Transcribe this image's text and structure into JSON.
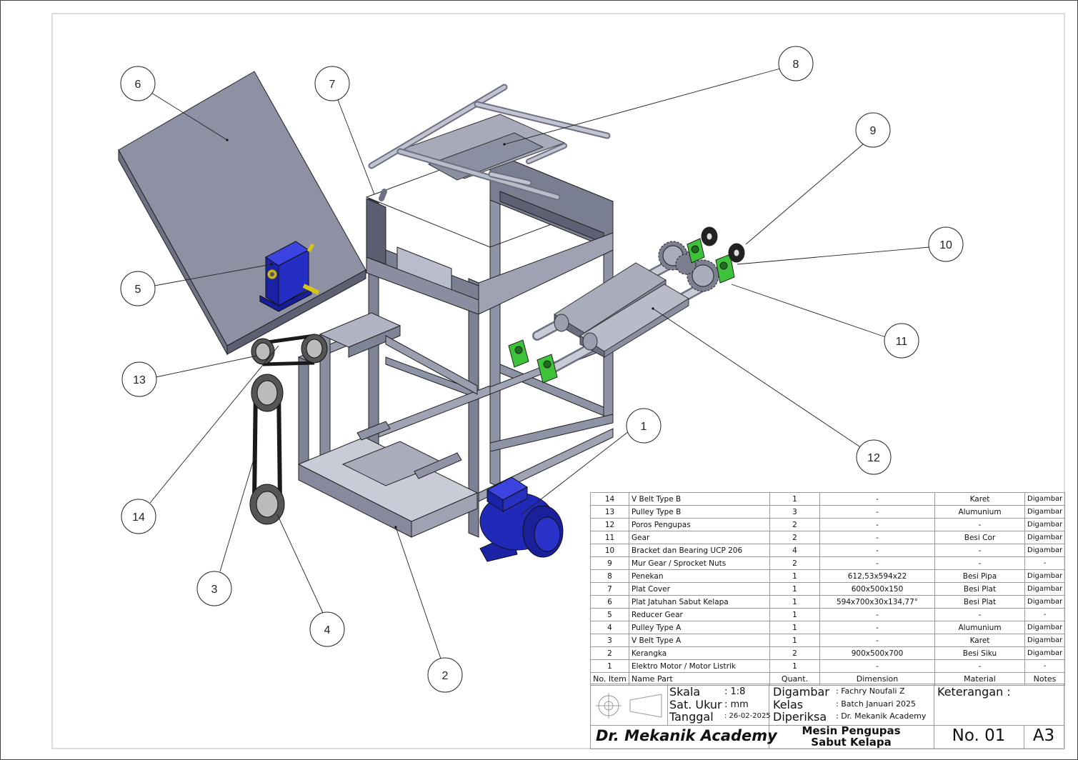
{
  "balloons": [
    {
      "id": "balloon-6",
      "label": "6"
    },
    {
      "id": "balloon-7",
      "label": "7"
    },
    {
      "id": "balloon-8",
      "label": "8"
    },
    {
      "id": "balloon-9",
      "label": "9"
    },
    {
      "id": "balloon-10",
      "label": "10"
    },
    {
      "id": "balloon-5",
      "label": "5"
    },
    {
      "id": "balloon-11",
      "label": "11"
    },
    {
      "id": "balloon-13",
      "label": "13"
    },
    {
      "id": "balloon-1",
      "label": "1"
    },
    {
      "id": "balloon-12",
      "label": "12"
    },
    {
      "id": "balloon-14",
      "label": "14"
    },
    {
      "id": "balloon-3",
      "label": "3"
    },
    {
      "id": "balloon-4",
      "label": "4"
    },
    {
      "id": "balloon-2",
      "label": "2"
    }
  ],
  "bom": {
    "rows": [
      [
        "14",
        "V Belt Type B",
        "1",
        "-",
        "Karet",
        "Digambar"
      ],
      [
        "13",
        "Pulley Type B",
        "3",
        "-",
        "Alumunium",
        "Digambar"
      ],
      [
        "12",
        "Poros Pengupas",
        "2",
        "-",
        "-",
        "Digambar"
      ],
      [
        "11",
        "Gear",
        "2",
        "-",
        "Besi Cor",
        "Digambar"
      ],
      [
        "10",
        "Bracket dan Bearing UCP 206",
        "4",
        "-",
        "-",
        "Digambar"
      ],
      [
        "9",
        "Mur Gear / Sprocket Nuts",
        "2",
        "-",
        "-",
        "-"
      ],
      [
        "8",
        "Penekan",
        "1",
        "612,53x594x22",
        "Besi Pipa",
        "Digambar"
      ],
      [
        "7",
        "Plat Cover",
        "1",
        "600x500x150",
        "Besi Plat",
        "Digambar"
      ],
      [
        "6",
        "Plat Jatuhan Sabut Kelapa",
        "1",
        "594x700x30x134,77°",
        "Besi Plat",
        "Digambar"
      ],
      [
        "5",
        "Reducer Gear",
        "1",
        "-",
        "-",
        "-"
      ],
      [
        "4",
        "Pulley Type A",
        "1",
        "-",
        "Alumunium",
        "Digambar"
      ],
      [
        "3",
        "V Belt Type A",
        "1",
        "-",
        "Karet",
        "Digambar"
      ],
      [
        "2",
        "Kerangka",
        "2",
        "900x500x700",
        "Besi Siku",
        "Digambar"
      ],
      [
        "1",
        "Elektro Motor / Motor Listrik",
        "1",
        "-",
        "-",
        "-"
      ]
    ],
    "header": [
      "No. Item",
      "Name Part",
      "Quant.",
      "Dimension",
      "Material",
      "Notes"
    ]
  },
  "title_block": {
    "skala_label": "Skala",
    "skala_value": ": 1:8",
    "sat_ukur_label": "Sat. Ukur",
    "sat_ukur_value": ": mm",
    "tanggal_label": "Tanggal",
    "tanggal_value": ": 26-02-2025",
    "digambar_label": "Digambar",
    "digambar_value": ": Fachry Noufali Z",
    "kelas_label": "Kelas",
    "kelas_value": ": Batch Januari 2025",
    "diperiksa_label": "Diperiksa",
    "diperiksa_value": ": Dr. Mekanik Academy",
    "keterangan_label": "Keterangan :",
    "company": "Dr. Mekanik Academy",
    "title_line1": "Mesin Pengupas",
    "title_line2": "Sabut Kelapa",
    "number": "No. 01",
    "size": "A3"
  },
  "colors": {
    "frame_steel": "#8f93a6",
    "frame_dark": "#55586a",
    "plate": "#9a9cae",
    "motor_blue": "#1f27b8",
    "bearing_green": "#3ec23a",
    "shaft_yellow": "#d9c21a"
  }
}
